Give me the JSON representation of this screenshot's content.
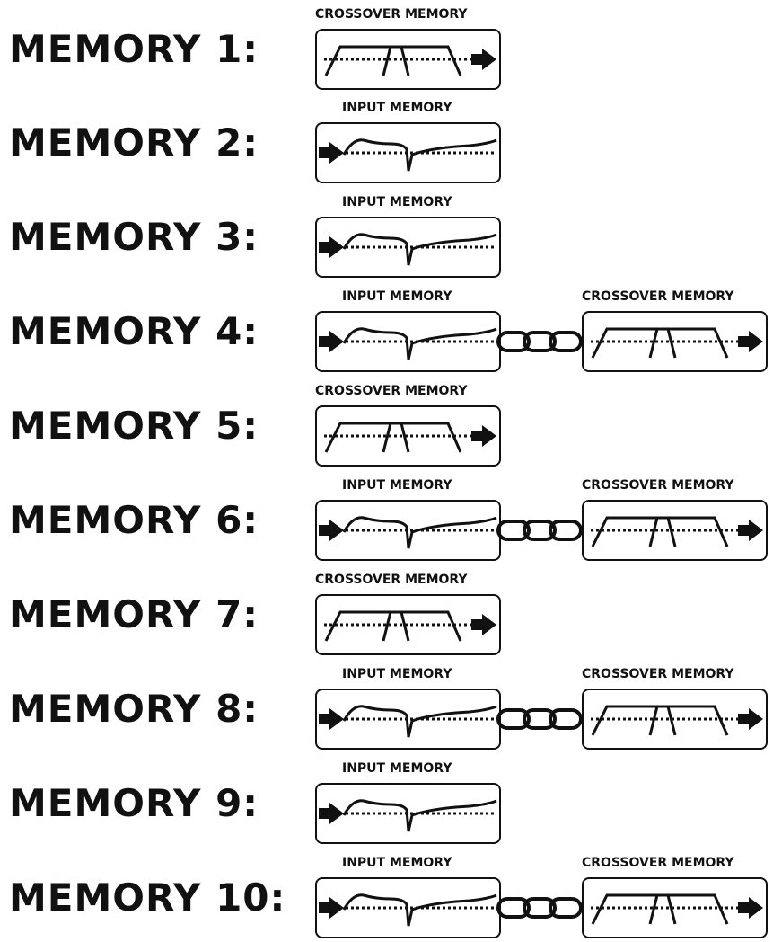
{
  "rows": [
    {
      "label": "MEMORY 1:",
      "boxes": [
        {
          "type": "crossover",
          "title": "CROSSOVER MEMORY"
        }
      ]
    },
    {
      "label": "MEMORY 2:",
      "boxes": [
        {
          "type": "input",
          "title": "INPUT MEMORY"
        }
      ]
    },
    {
      "label": "MEMORY 3:",
      "boxes": [
        {
          "type": "input",
          "title": "INPUT MEMORY"
        }
      ]
    },
    {
      "label": "MEMORY 4:",
      "boxes": [
        {
          "type": "input",
          "title": "INPUT MEMORY"
        },
        {
          "type": "crossover",
          "title": "CROSSOVER MEMORY"
        }
      ]
    },
    {
      "label": "MEMORY 5:",
      "boxes": [
        {
          "type": "crossover",
          "title": "CROSSOVER MEMORY"
        }
      ]
    },
    {
      "label": "MEMORY 6:",
      "boxes": [
        {
          "type": "input",
          "title": "INPUT MEMORY"
        },
        {
          "type": "crossover",
          "title": "CROSSOVER MEMORY"
        }
      ]
    },
    {
      "label": "MEMORY 7:",
      "boxes": [
        {
          "type": "crossover",
          "title": "CROSSOVER MEMORY"
        }
      ]
    },
    {
      "label": "MEMORY 8:",
      "boxes": [
        {
          "type": "input",
          "title": "INPUT MEMORY"
        },
        {
          "type": "crossover",
          "title": "CROSSOVER MEMORY"
        }
      ]
    },
    {
      "label": "MEMORY 9:",
      "boxes": [
        {
          "type": "input",
          "title": "INPUT MEMORY"
        }
      ]
    },
    {
      "label": "MEMORY 10:",
      "boxes": [
        {
          "type": "input",
          "title": "INPUT MEMORY"
        },
        {
          "type": "crossover",
          "title": "CROSSOVER MEMORY"
        }
      ]
    }
  ],
  "icons": {
    "input_curve": "input-eq-curve-icon",
    "crossover_curve": "crossover-curve-icon",
    "arrow": "signal-arrow-icon",
    "link": "chain-link-icon"
  },
  "colors": {
    "ink": "#111111",
    "background": "#ffffff"
  }
}
